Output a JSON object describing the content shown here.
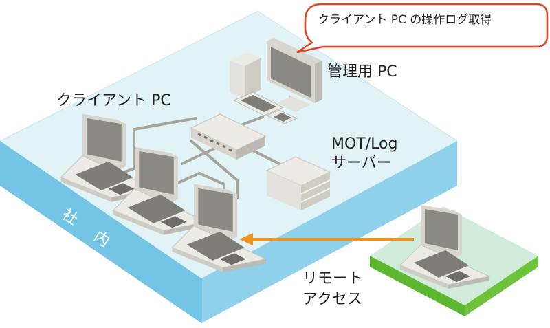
{
  "labels": {
    "callout": "クライアント PC の操作ログ取得",
    "admin_pc": "管理用 PC",
    "client_pc": "クライアント PC",
    "server_line1": "MOT/Log",
    "server_line2": "サーバー",
    "remote_line1": "リモート",
    "remote_line2": "アクセス",
    "internal_char1": "社",
    "internal_char2": "内"
  },
  "colors": {
    "internal_top": "#e2f3f7",
    "internal_side": "#74c4e6",
    "remote_top": "#d2ecdb",
    "remote_side": "#5cb82e",
    "arrow": "#f0931e",
    "callout_border": "#e8431f",
    "cable": "#a7a49b"
  }
}
